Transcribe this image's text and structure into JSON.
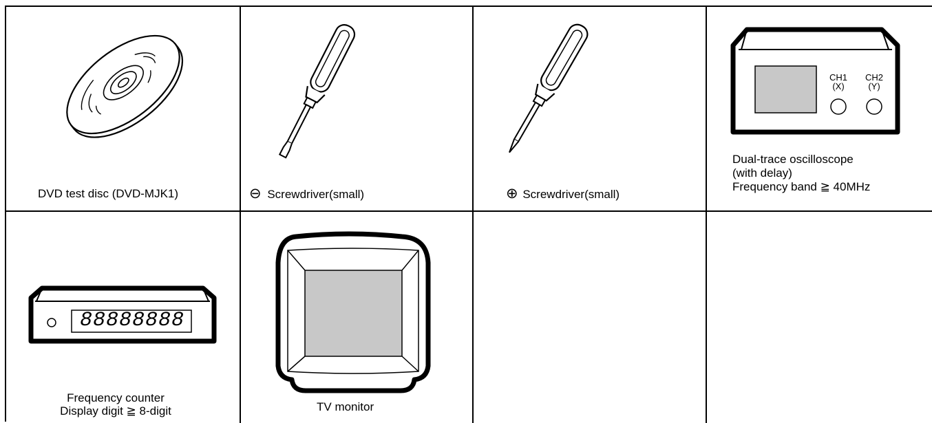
{
  "items": [
    {
      "caption": "DVD test disc (DVD-MJK1)"
    },
    {
      "symbol": "⊖",
      "caption": "Screwdriver(small)"
    },
    {
      "symbol": "⊕",
      "caption": "Screwdriver(small)"
    },
    {
      "caption_lines": [
        "Dual-trace oscilloscope",
        "(with delay)",
        "Frequency band  ≧  40MHz"
      ],
      "ch1": "CH1",
      "ch1_axis": "(X)",
      "ch2": "CH2",
      "ch2_axis": "(Y)"
    },
    {
      "caption_lines": [
        "Frequency counter",
        "Display digit ≧ 8-digit"
      ],
      "display": "88888888"
    },
    {
      "caption": "TV monitor"
    }
  ]
}
